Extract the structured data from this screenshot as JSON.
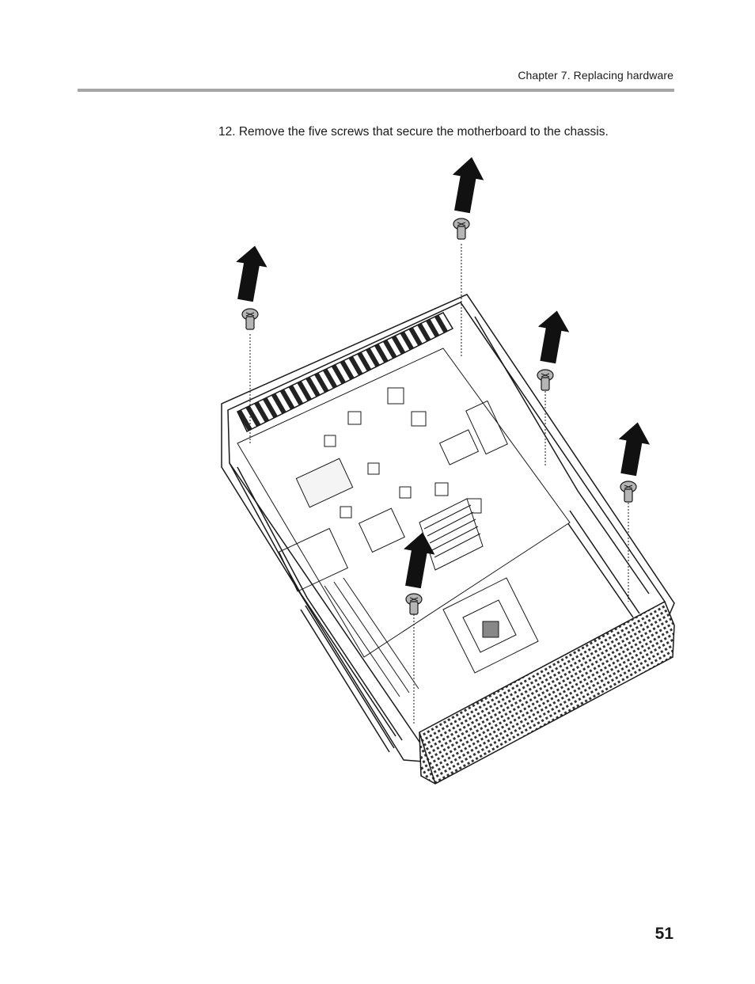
{
  "header": {
    "running_head": "Chapter 7. Replacing hardware"
  },
  "content": {
    "step_text": "12. Remove the five screws that secure the motherboard to the chassis."
  },
  "figure": {
    "icon": "motherboard-chassis-screws-illustration",
    "line_color": "#1a1a1a",
    "arrow_color": "#111111",
    "screw_color": "#b5b5b5"
  },
  "footer": {
    "page_number": "51"
  }
}
